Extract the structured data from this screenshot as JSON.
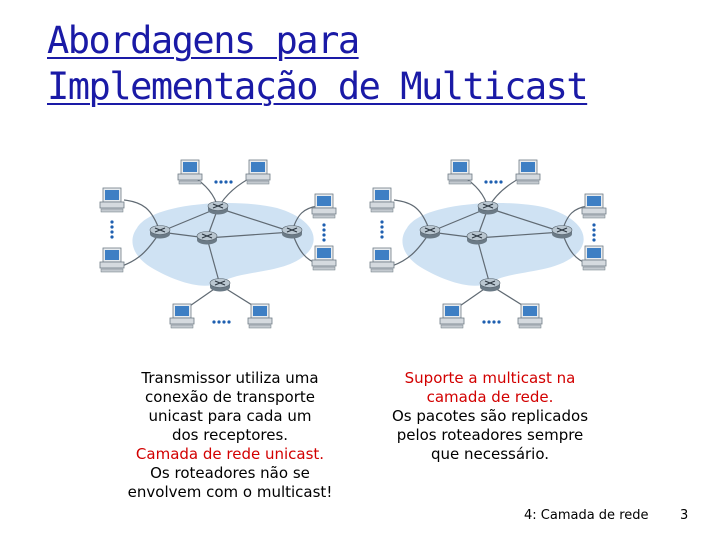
{
  "title": {
    "line1": "Abordagens para",
    "line2": "Implementação de Multicast"
  },
  "left_caption": {
    "lines": [
      "Transmissor utiliza uma",
      "conexão de transporte",
      "unicast para cada um",
      "dos receptores.",
      "Camada de rede unicast.",
      "Os roteadores não se",
      "envolvem com o multicast!"
    ]
  },
  "right_caption": {
    "lines": [
      "Suporte a multicast na",
      "camada de rede.",
      "Os pacotes são replicados",
      "pelos roteadores sempre",
      "que necessário."
    ]
  },
  "footer": {
    "label": "4: Camada de rede",
    "page": "3"
  },
  "colors": {
    "title": "#1a1aa6",
    "highlight": "#d20000",
    "network_cloud": "#cfe2f3"
  },
  "icons": {
    "router": "router-icon",
    "host": "computer-icon"
  }
}
